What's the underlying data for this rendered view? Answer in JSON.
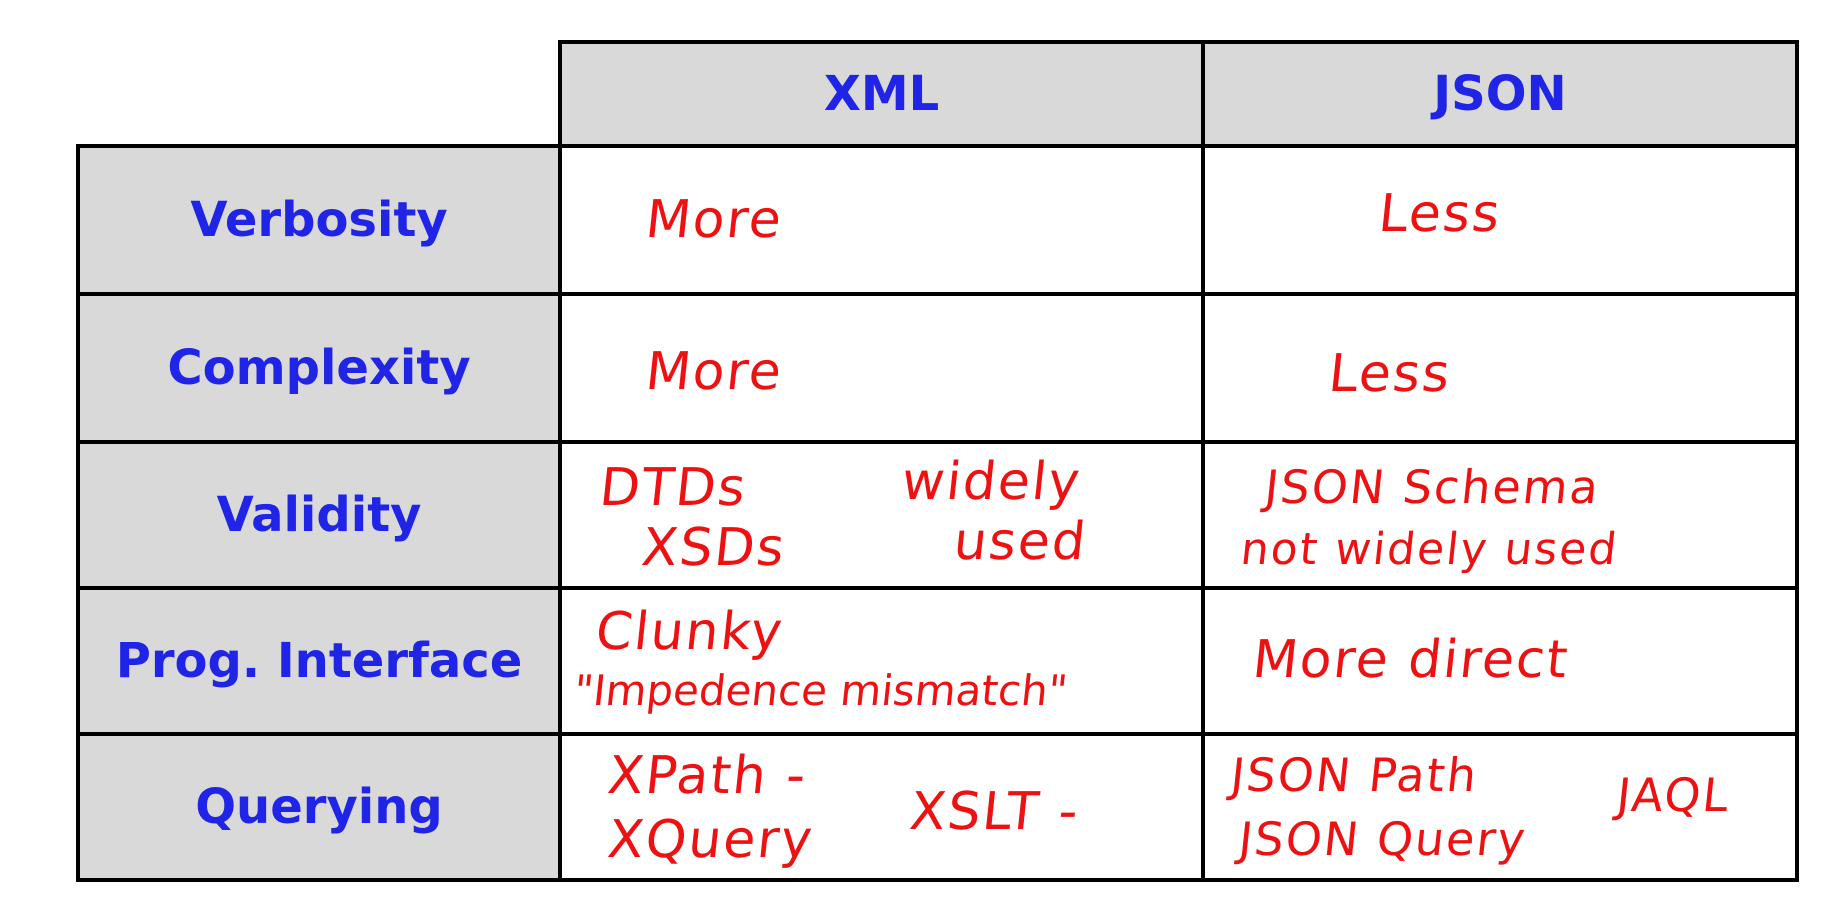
{
  "columns": [
    {
      "label": "XML"
    },
    {
      "label": "JSON"
    }
  ],
  "rows": [
    {
      "label": "Verbosity",
      "xml": [
        "More"
      ],
      "json": [
        "Less"
      ]
    },
    {
      "label": "Complexity",
      "xml": [
        "More"
      ],
      "json": [
        "Less"
      ]
    },
    {
      "label": "Validity",
      "xml": [
        "DTDs",
        "XSDs",
        "widely",
        "used"
      ],
      "json": [
        "JSON Schema",
        "not widely used"
      ]
    },
    {
      "label": "Prog. Interface",
      "xml": [
        "Clunky",
        "\"Impedence mismatch\""
      ],
      "json": [
        "More direct"
      ]
    },
    {
      "label": "Querying",
      "xml": [
        "XPath -",
        "XQuery",
        "XSLT -"
      ],
      "json": [
        "JSON Path",
        "JSON Query",
        "JAQL"
      ]
    }
  ],
  "colors": {
    "label_blue": "#1f24e6",
    "handwriting_red": "#ee1111",
    "header_gray": "#d9d9d9",
    "border_black": "#000000"
  }
}
